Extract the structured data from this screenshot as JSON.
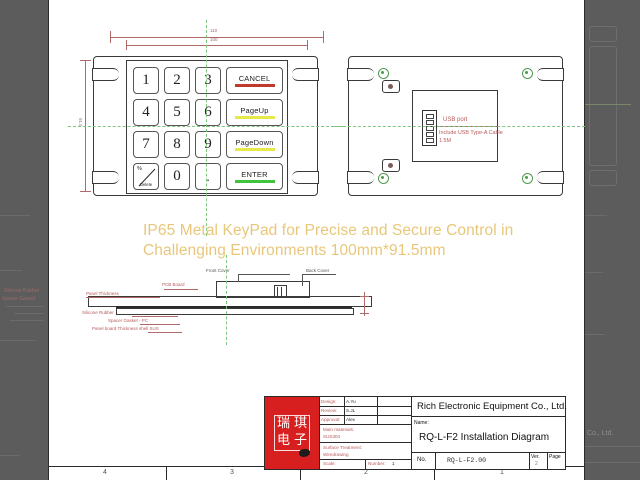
{
  "document": {
    "title": "RQ-L-F2 Installation Diagram",
    "company": "Rich Electronic Equipment Co., Ltd.",
    "drawing_number": "RQ-L-F2.00"
  },
  "caption": {
    "line1": "IP65 Metal KeyPad for Precise and Secure Control in",
    "line2": "Challenging Environments 100mm*91.5mm",
    "color": "#e8c77a"
  },
  "keypad": {
    "keys": [
      {
        "label": "1",
        "type": "num"
      },
      {
        "label": "2",
        "type": "num"
      },
      {
        "label": "3",
        "type": "num"
      },
      {
        "label": "CANCEL",
        "type": "fn",
        "accent": "#c0392b"
      },
      {
        "label": "4",
        "type": "num"
      },
      {
        "label": "5",
        "type": "num"
      },
      {
        "label": "6",
        "type": "num"
      },
      {
        "label": "PageUp",
        "type": "fn",
        "accent": "#e8e84a"
      },
      {
        "label": "7",
        "type": "num"
      },
      {
        "label": "8",
        "type": "num"
      },
      {
        "label": "9",
        "type": "num"
      },
      {
        "label": "PageDown",
        "type": "fn",
        "accent": "#e8e84a"
      },
      {
        "label": "%",
        "sub": "Delete",
        "type": "del"
      },
      {
        "label": "0",
        "type": "num"
      },
      {
        "label": ".",
        "type": "dot"
      },
      {
        "label": "ENTER",
        "type": "fn",
        "accent": "#3fc43f"
      }
    ]
  },
  "dimensions": {
    "overall_width": "110",
    "keypad_width": "100",
    "overall_height": "91.5"
  },
  "rear_view": {
    "usb_port_label": "USB port",
    "cable_note_line1": "Include USB Type-A Cable",
    "cable_note_line2": "1.5M"
  },
  "section_view": {
    "callouts": [
      "Front Cover",
      "Back Cover",
      "PCB Board",
      "Panel Thickness",
      "Silicone Rubber",
      "Spacer Gasket - PC",
      "Panel board Thickness shell SUS"
    ]
  },
  "title_block": {
    "rows": [
      {
        "label": "Design:",
        "value": "A.Yu"
      },
      {
        "label": "Review:",
        "value": "S.JL"
      },
      {
        "label": "Approval:",
        "value": "Alex"
      }
    ],
    "material_label": "Main materials:",
    "material_value": "SUS304",
    "surface_label": "Surface Treatment:",
    "surface_value": "Wiredrawing",
    "scale_label": "Scale:",
    "number_label": "Number:",
    "number_value": "1",
    "name_label": "Name:",
    "no_label": "No.",
    "ver_label": "Ver.",
    "ver_value": "2",
    "page_label": "Page",
    "page_value": ""
  },
  "sheet_grid": {
    "numbers": [
      "4",
      "3",
      "2",
      "1"
    ]
  },
  "ghost": {
    "right_text": "Co., Ltd."
  }
}
